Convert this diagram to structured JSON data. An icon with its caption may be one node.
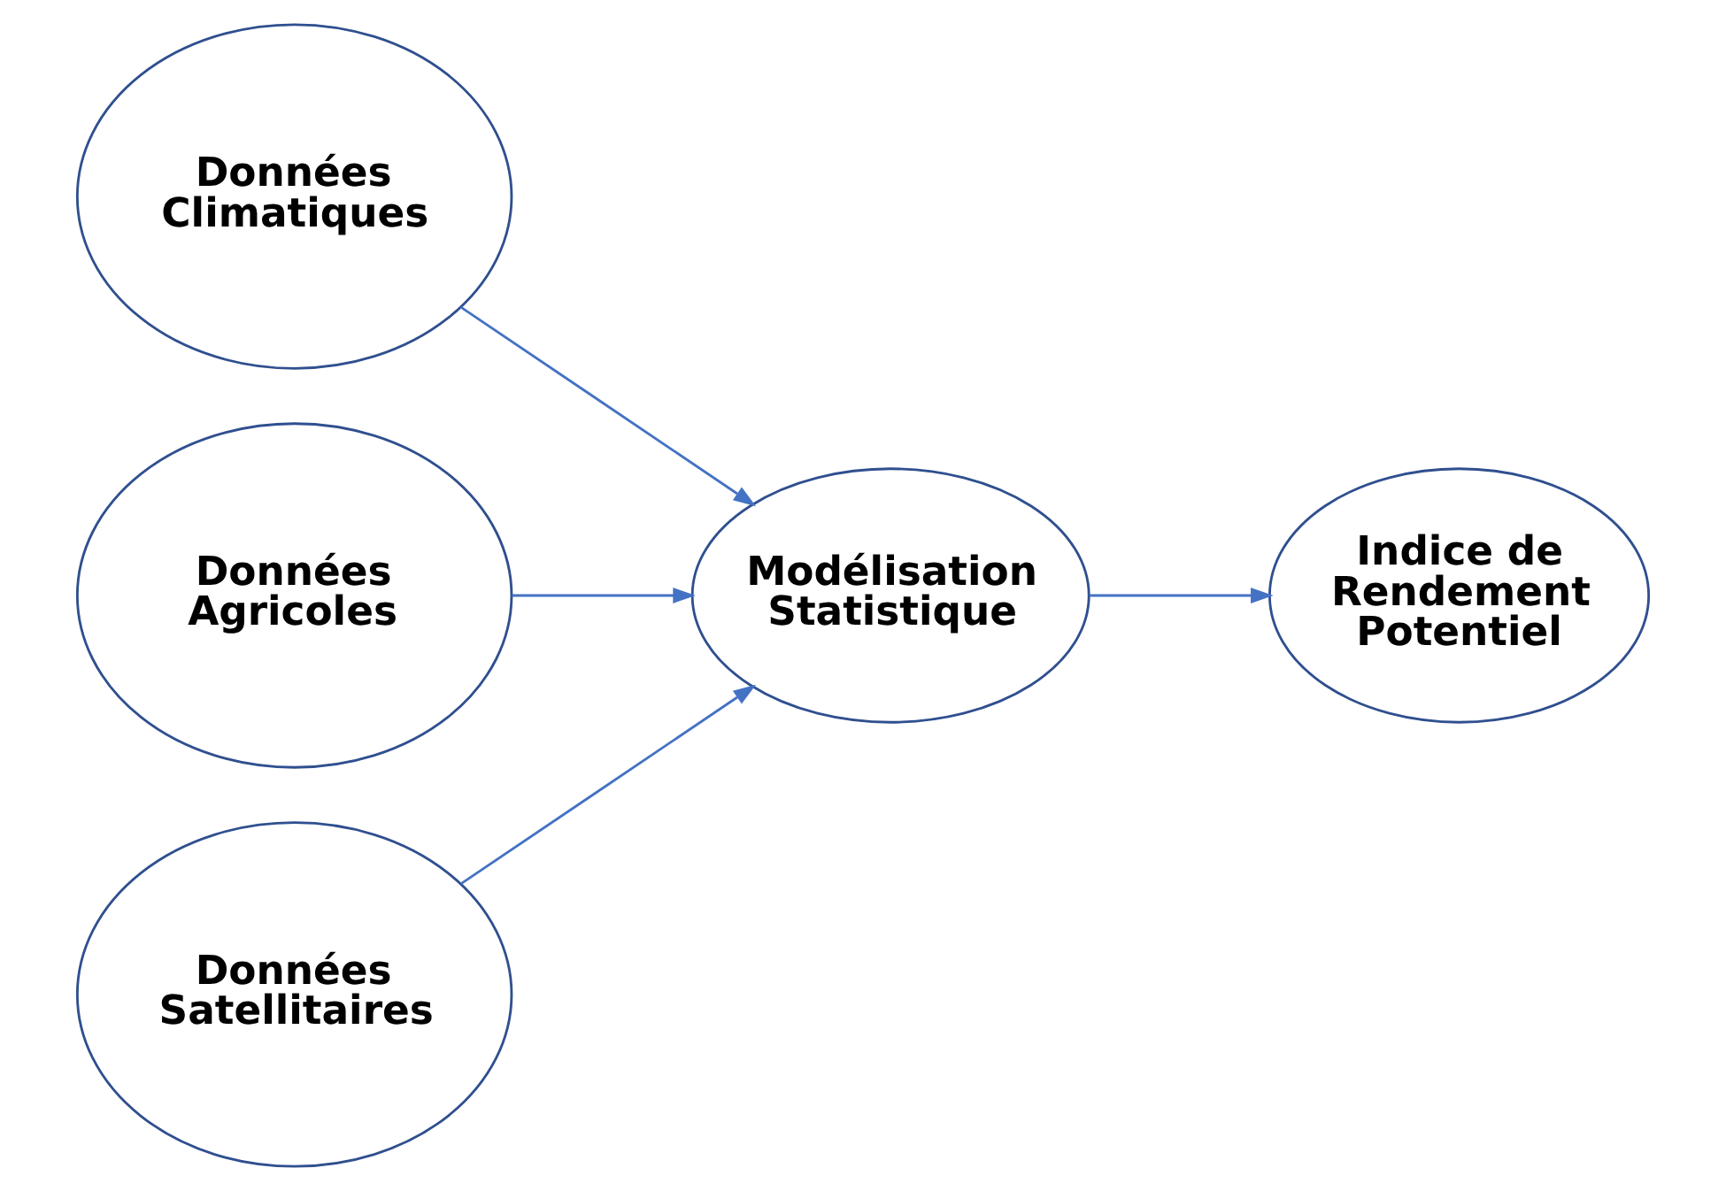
{
  "diagram": {
    "nodes": [
      {
        "text": [
          "Données Climatiques"
        ]
      },
      {
        "text": [
          "Données Agricoles"
        ]
      },
      {
        "text": [
          "Données Satellitaires"
        ]
      },
      {
        "text": [
          "Modélisation Statistique"
        ]
      },
      {
        "text": [
          "Indice de Rendement Potentiel"
        ]
      }
    ],
    "edges": [
      {
        "from": 0,
        "to": 3,
        "arrow": "to"
      },
      {
        "from": 1,
        "to": 3,
        "arrow": "to"
      },
      {
        "from": 2,
        "to": 3,
        "arrow": "to"
      },
      {
        "from": 3,
        "to": 4,
        "arrow": "to"
      }
    ]
  }
}
